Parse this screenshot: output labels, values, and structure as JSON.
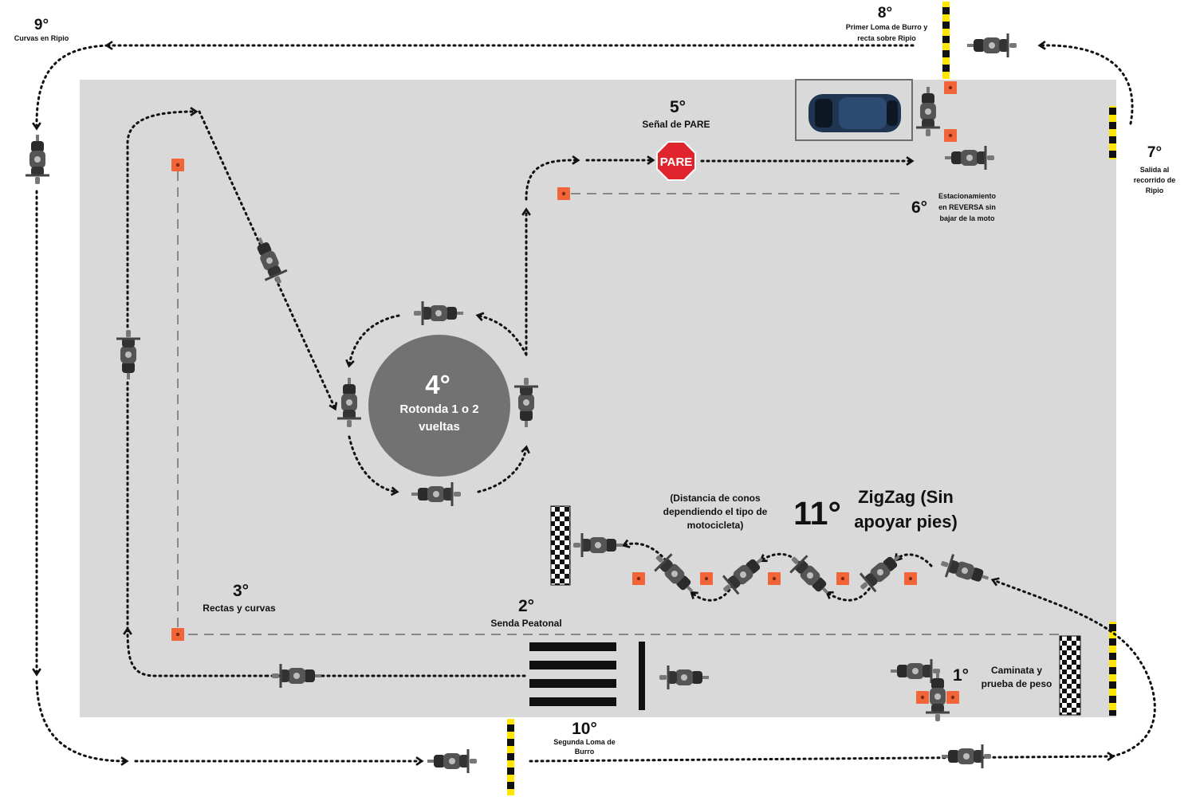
{
  "stations": {
    "s1": {
      "num": "1°",
      "line1": "Caminata y",
      "line2": "prueba de peso"
    },
    "s2": {
      "num": "2°",
      "line1": "Senda Peatonal"
    },
    "s3": {
      "num": "3°",
      "line1": "Rectas y curvas"
    },
    "s4": {
      "num": "4°",
      "line1": "Rotonda 1 o 2",
      "line2": "vueltas"
    },
    "s5": {
      "num": "5°",
      "line1": "Señal de PARE"
    },
    "s6": {
      "num": "6°",
      "line1": "Estacionamiento",
      "line2": "en REVERSA sin",
      "line3": "bajar de la moto"
    },
    "s7": {
      "num": "7°",
      "line1": "Salida al",
      "line2": "recorrido de",
      "line3": "Ripio"
    },
    "s8": {
      "num": "8°",
      "line1": "Primer Loma de Burro y",
      "line2": "recta sobre Ripio"
    },
    "s9": {
      "num": "9°",
      "line1": "Curvas en Ripio"
    },
    "s10": {
      "num": "10°",
      "line1": "Segunda Loma de",
      "line2": "Burro"
    },
    "s11": {
      "num": "11°",
      "line1": "ZigZag (Sin",
      "line2": "apoyar pies)"
    }
  },
  "cone_note": {
    "line1": "(Distancia de conos",
    "line2": "dependiendo el tipo de",
    "line3": "motocicleta)"
  },
  "stop_sign": {
    "label": "PARE"
  },
  "colors": {
    "field": "#d9d9d9",
    "roundabout": "#727272",
    "stop": "#e0242e",
    "cone": "#f26539",
    "bump_yellow": "#ffe600",
    "path": "#111111",
    "car": "#1f3552"
  },
  "icons": [
    "motorcycle-icon",
    "car-icon",
    "traffic-cone-icon",
    "stop-sign-icon",
    "checkered-flag-icon",
    "speed-bump-icon",
    "crosswalk-icon"
  ]
}
